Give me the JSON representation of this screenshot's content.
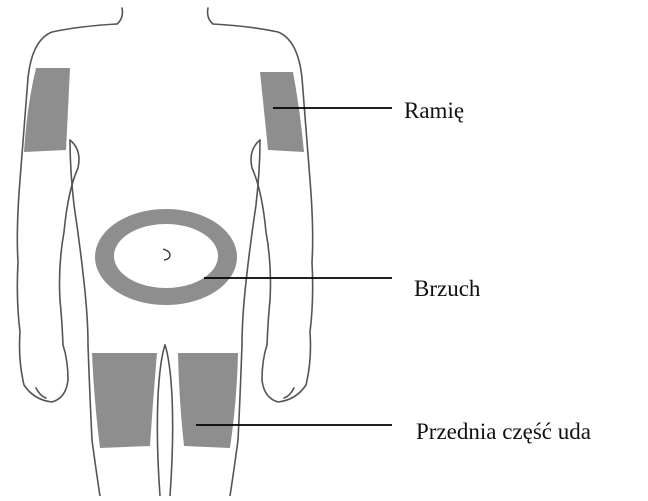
{
  "diagram": {
    "labels": {
      "arm": "Ramię",
      "abdomen": "Brzuch",
      "thigh": "Przednia część uda"
    },
    "colors": {
      "body_outline": "#555555",
      "injection_area": "#8e8e8e",
      "leader_line": "#000000",
      "background": "#ffffff"
    }
  }
}
